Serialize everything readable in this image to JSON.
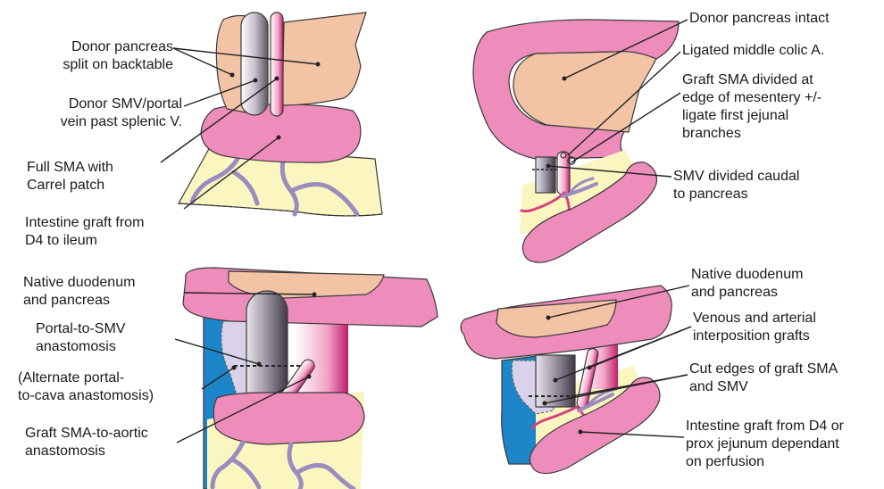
{
  "panels": {
    "top_left": {
      "labels": [
        {
          "text": "Donor pancreas\nsplit on backtable"
        },
        {
          "text": "Donor SMV/portal\nvein past splenic V."
        },
        {
          "text": "Full SMA with\nCarrel patch"
        },
        {
          "text": "Intestine graft from\nD4 to ileum"
        }
      ]
    },
    "top_right": {
      "labels": [
        {
          "text": "Donor pancreas intact"
        },
        {
          "text": "Ligated middle colic A."
        },
        {
          "text": "Graft SMA divided at\nedge of mesentery +/-\nligate first jejunal\nbranches"
        },
        {
          "text": "SMV divided caudal\nto pancreas"
        }
      ]
    },
    "bottom_left": {
      "labels": [
        {
          "text": "Native duodenum\nand pancreas"
        },
        {
          "text": "Portal-to-SMV\nanastomosis"
        },
        {
          "text": "(Alternate portal-\nto-cava anastomosis)"
        },
        {
          "text": "Graft SMA-to-aortic\nanastomosis"
        }
      ]
    },
    "bottom_right": {
      "labels": [
        {
          "text": "Native duodenum\nand pancreas"
        },
        {
          "text": "Venous and arterial\ninterposition grafts"
        },
        {
          "text": "Cut edges of graft SMA\nand SMV"
        },
        {
          "text": "Intestine graft from D4 or\nprox jejunum dependant\non perfusion"
        }
      ]
    }
  },
  "colors": {
    "duodenum_pink": "#ee8cbb",
    "pancreas_peach": "#f3c3a6",
    "mesentery_yellow": "#fbf6c0",
    "vessel_purple": "#9b8bbf",
    "vein_gray": "#8f8797",
    "artery_magenta": "#d6407e",
    "vena_cava_blue": "#1d86c9",
    "outline": "#3a3a3a"
  }
}
